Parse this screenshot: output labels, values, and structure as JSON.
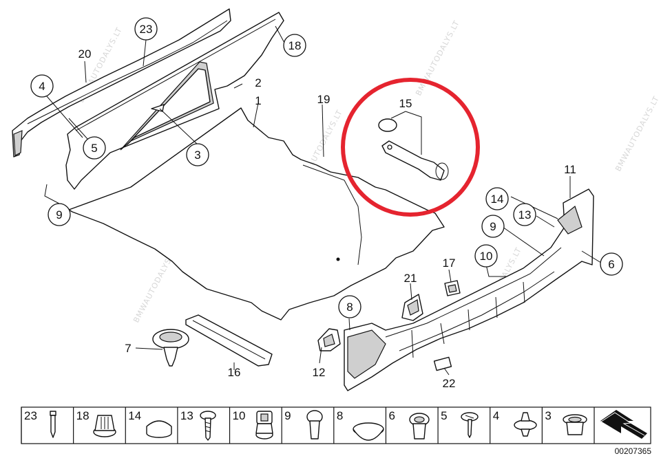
{
  "callouts": {
    "c1": "1",
    "c2": "2",
    "c3": "3",
    "c4": "4",
    "c5": "5",
    "c6": "6",
    "c7": "7",
    "c8": "8",
    "c9a": "9",
    "c9b": "9",
    "c10": "10",
    "c11": "11",
    "c12": "12",
    "c13": "13",
    "c14": "14",
    "c15": "15",
    "c16": "16",
    "c17": "17",
    "c18": "18",
    "c19": "19",
    "c20": "20",
    "c21": "21",
    "c22": "22",
    "c23": "23"
  },
  "fastener_strip": [
    "23",
    "18",
    "14",
    "13",
    "10",
    "9",
    "8",
    "6",
    "5",
    "4",
    "3"
  ],
  "watermark": "BMWAUTODALYS.LT",
  "diagram_number": "00207365",
  "highlight_color": "#e5242f"
}
